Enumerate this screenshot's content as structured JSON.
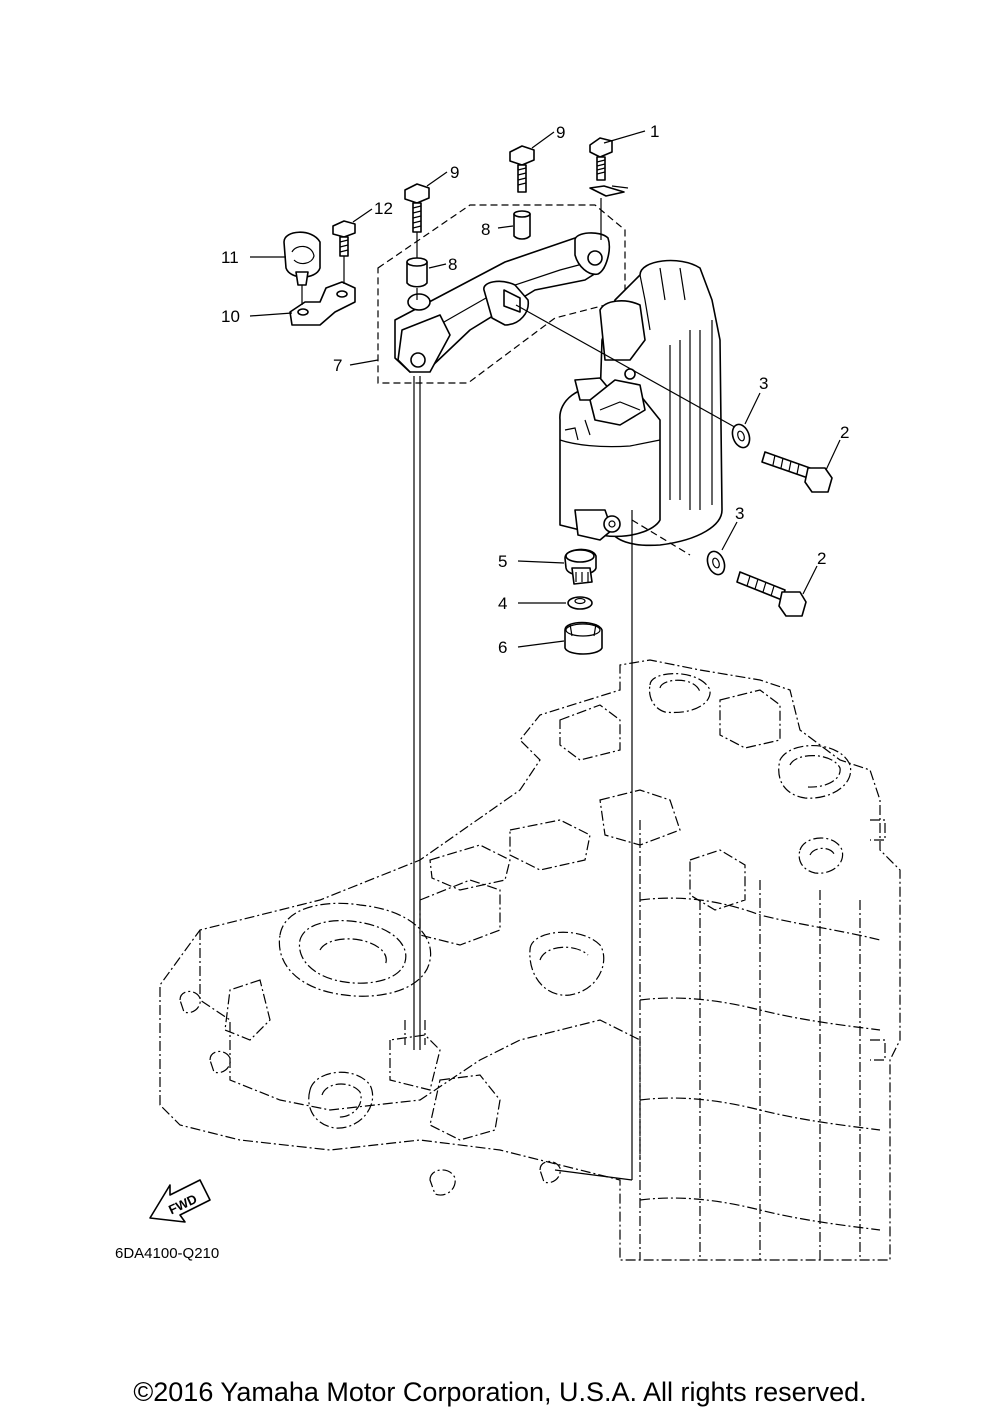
{
  "diagram": {
    "code": "6DA4100-Q210",
    "fwd_label": "FWD",
    "callouts": [
      {
        "id": "c1",
        "label": "1"
      },
      {
        "id": "c2a",
        "label": "2"
      },
      {
        "id": "c2b",
        "label": "2"
      },
      {
        "id": "c3a",
        "label": "3"
      },
      {
        "id": "c3b",
        "label": "3"
      },
      {
        "id": "c4",
        "label": "4"
      },
      {
        "id": "c5",
        "label": "5"
      },
      {
        "id": "c6",
        "label": "6"
      },
      {
        "id": "c7",
        "label": "7"
      },
      {
        "id": "c8a",
        "label": "8"
      },
      {
        "id": "c8b",
        "label": "8"
      },
      {
        "id": "c9a",
        "label": "9"
      },
      {
        "id": "c9b",
        "label": "9"
      },
      {
        "id": "c10",
        "label": "10"
      },
      {
        "id": "c11",
        "label": "11"
      },
      {
        "id": "c12",
        "label": "12"
      }
    ]
  },
  "footer": {
    "copyright": "©2016 Yamaha Motor Corporation, U.S.A. All rights reserved."
  }
}
